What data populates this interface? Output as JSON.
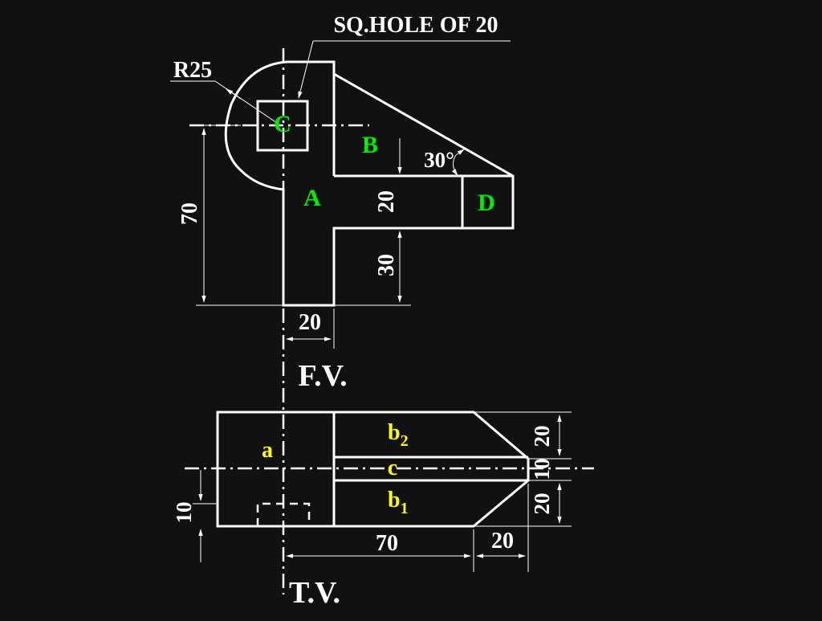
{
  "colors": {
    "background": "#111111",
    "line": "#ffffff",
    "label_green": "#00ee00",
    "label_yellow": "#ffff00"
  },
  "front_view": {
    "title": "F.V.",
    "callouts": {
      "hole": "SQ.HOLE OF 20",
      "radius": "R25",
      "angle": "30°"
    },
    "dimensions": {
      "height_total": "70",
      "arm_thickness": "20",
      "arm_lower": "30",
      "stem_width": "20"
    },
    "regions": {
      "a": "A",
      "b": "B",
      "c": "C",
      "d": "D"
    }
  },
  "top_view": {
    "title": "T.V.",
    "dimensions": {
      "length": "70",
      "chamfer": "20",
      "upper_width": "20",
      "slot_width": "10",
      "lower_width": "20",
      "left_offset": "10"
    },
    "regions": {
      "a": "a",
      "b2_base": "b",
      "b2_sub": "2",
      "c": "c",
      "b1_base": "b",
      "b1_sub": "1"
    }
  }
}
